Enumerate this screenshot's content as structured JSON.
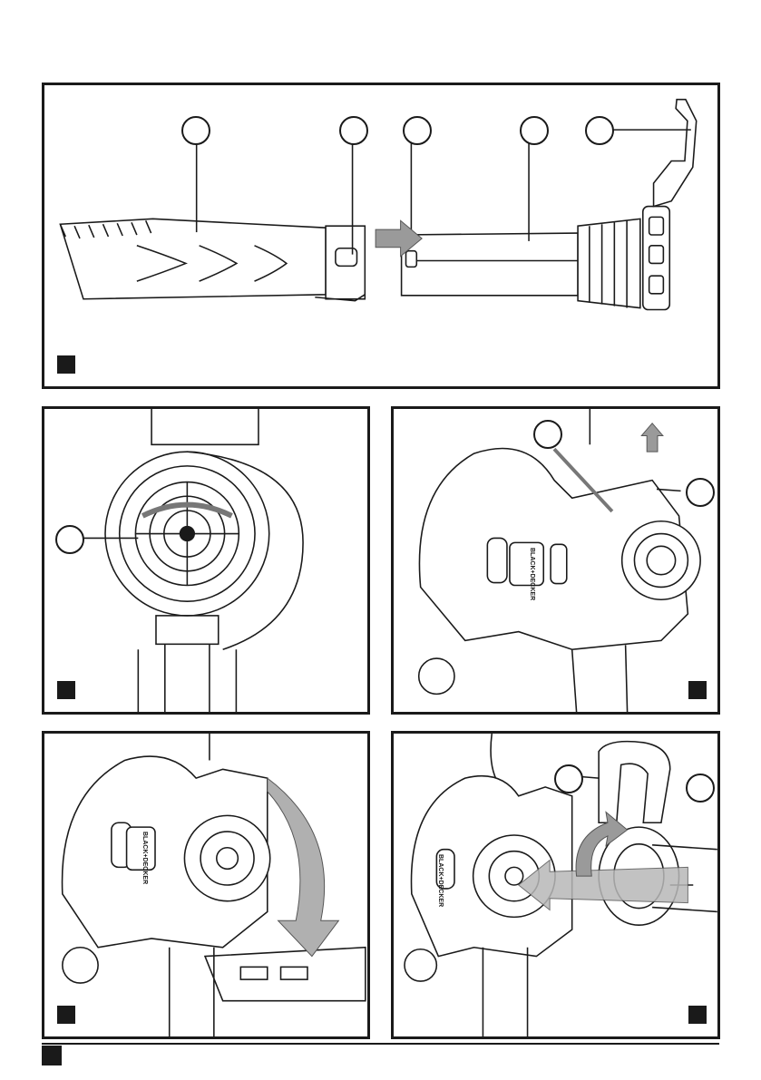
{
  "figures": [
    {
      "id": "fig-a",
      "brand": "",
      "callouts": 5
    },
    {
      "id": "fig-b",
      "brand": "",
      "callouts": 1
    },
    {
      "id": "fig-c",
      "brand": "BLACK+DECKER",
      "callouts": 2
    },
    {
      "id": "fig-d",
      "brand": "BLACK+DECKER",
      "callouts": 0
    },
    {
      "id": "fig-e",
      "brand": "BLACK+DECKER",
      "callouts": 2
    }
  ],
  "colors": {
    "stroke": "#1a1a1a",
    "arrow": "#9a9a9a",
    "background": "#ffffff"
  }
}
